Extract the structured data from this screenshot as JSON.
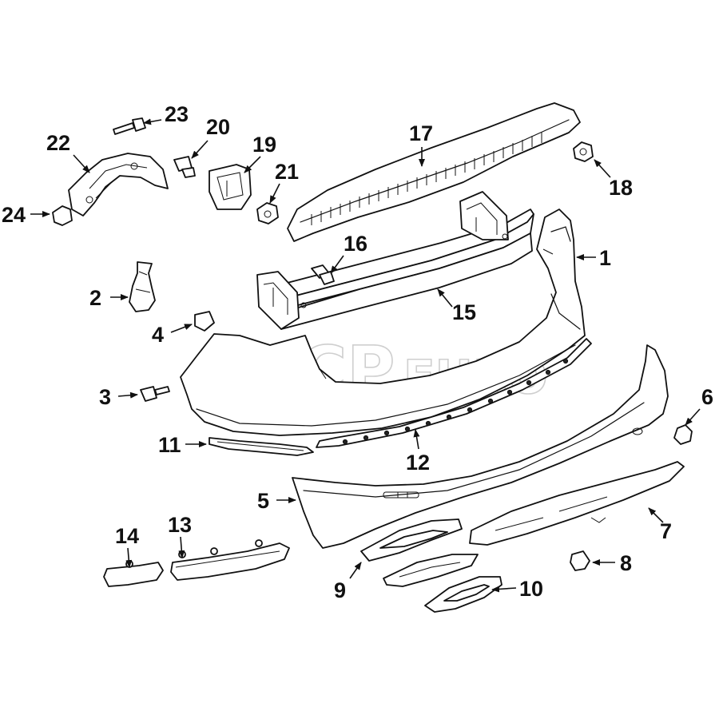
{
  "watermark": {
    "brand": "FCP",
    "suffix": "EURO"
  },
  "callouts": [
    {
      "id": "1",
      "label": "1"
    },
    {
      "id": "2",
      "label": "2"
    },
    {
      "id": "3",
      "label": "3"
    },
    {
      "id": "4",
      "label": "4"
    },
    {
      "id": "5",
      "label": "5"
    },
    {
      "id": "6",
      "label": "6"
    },
    {
      "id": "7",
      "label": "7"
    },
    {
      "id": "8",
      "label": "8"
    },
    {
      "id": "9",
      "label": "9"
    },
    {
      "id": "10",
      "label": "10"
    },
    {
      "id": "11",
      "label": "11"
    },
    {
      "id": "12",
      "label": "12"
    },
    {
      "id": "13",
      "label": "13"
    },
    {
      "id": "14",
      "label": "14"
    },
    {
      "id": "15",
      "label": "15"
    },
    {
      "id": "16",
      "label": "16"
    },
    {
      "id": "17",
      "label": "17"
    },
    {
      "id": "18",
      "label": "18"
    },
    {
      "id": "19",
      "label": "19"
    },
    {
      "id": "20",
      "label": "20"
    },
    {
      "id": "21",
      "label": "21"
    },
    {
      "id": "22",
      "label": "22"
    },
    {
      "id": "23",
      "label": "23"
    },
    {
      "id": "24",
      "label": "24"
    }
  ]
}
